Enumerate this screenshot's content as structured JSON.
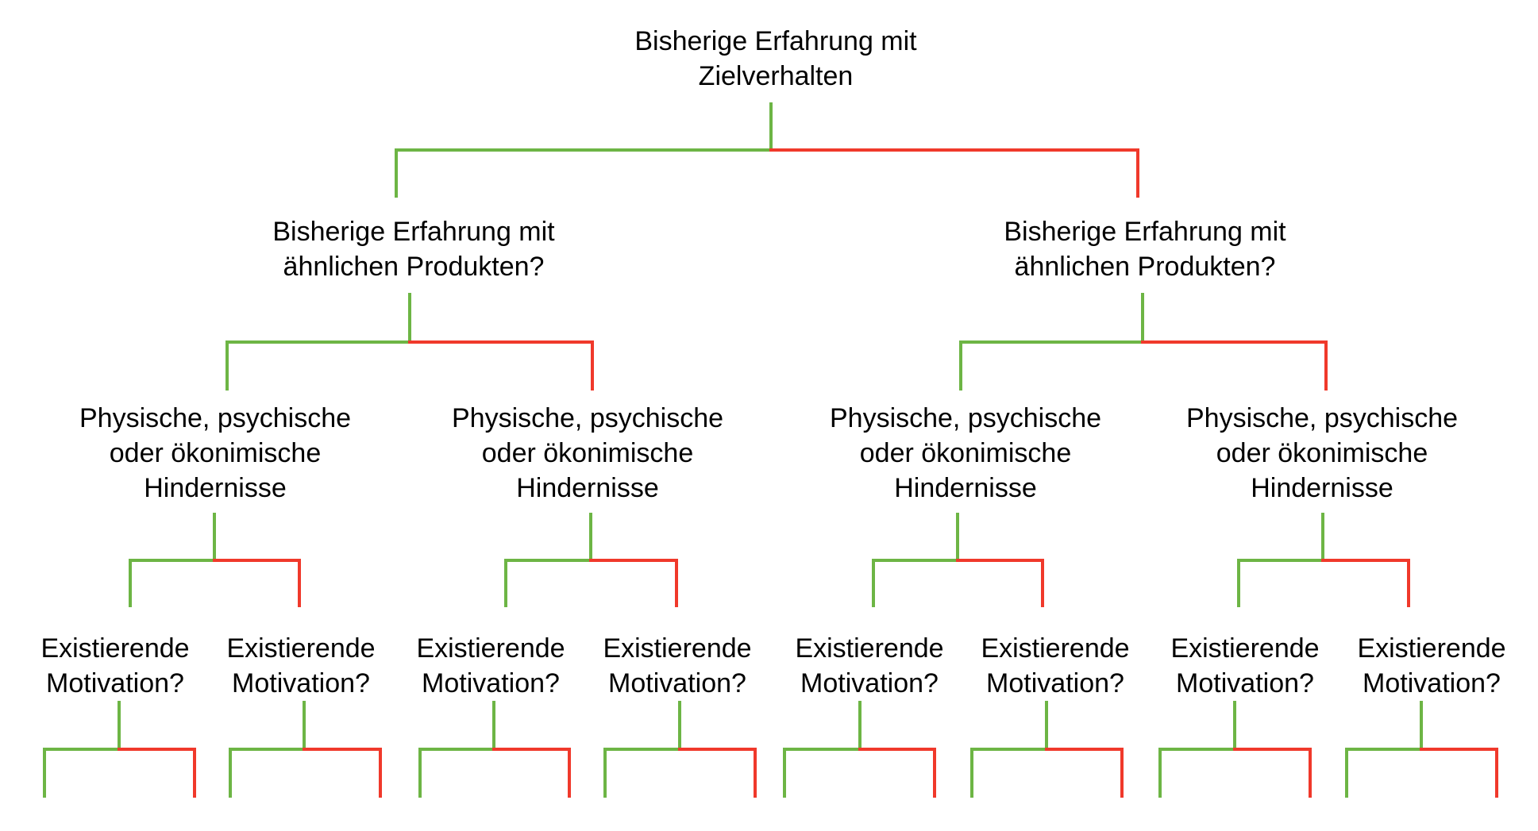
{
  "colors": {
    "yes_branch": "#6db545",
    "no_branch": "#f0392b",
    "text": "#000000",
    "background": "#ffffff"
  },
  "root": {
    "lines": [
      "Bisherige Erfahrung mit",
      "Zielverhalten"
    ]
  },
  "level1": [
    {
      "lines": [
        "Bisherige Erfahrung mit",
        "ähnlichen Produkten?"
      ]
    },
    {
      "lines": [
        "Bisherige Erfahrung mit",
        "ähnlichen Produkten?"
      ]
    }
  ],
  "level2": [
    {
      "lines": [
        "Physische, psychische",
        "oder ökonimische",
        "Hindernisse"
      ]
    },
    {
      "lines": [
        "Physische, psychische",
        "oder ökonimische",
        "Hindernisse"
      ]
    },
    {
      "lines": [
        "Physische, psychische",
        "oder ökonimische",
        "Hindernisse"
      ]
    },
    {
      "lines": [
        "Physische, psychische",
        "oder ökonimische",
        "Hindernisse"
      ]
    }
  ],
  "level3": [
    {
      "lines": [
        "Existierende",
        "Motivation?"
      ]
    },
    {
      "lines": [
        "Existierende",
        "Motivation?"
      ]
    },
    {
      "lines": [
        "Existierende",
        "Motivation?"
      ]
    },
    {
      "lines": [
        "Existierende",
        "Motivation?"
      ]
    },
    {
      "lines": [
        "Existierende",
        "Motivation?"
      ]
    },
    {
      "lines": [
        "Existierende",
        "Motivation?"
      ]
    },
    {
      "lines": [
        "Existierende",
        "Motivation?"
      ]
    },
    {
      "lines": [
        "Existierende",
        "Motivation?"
      ]
    }
  ]
}
